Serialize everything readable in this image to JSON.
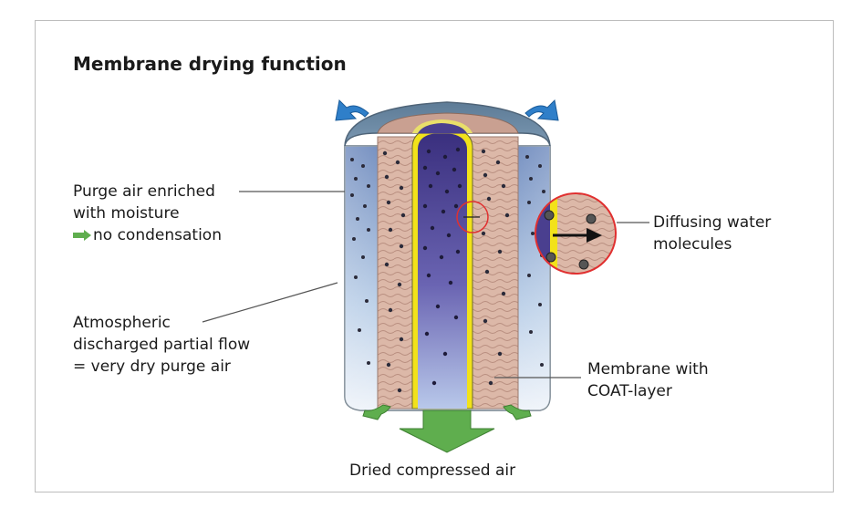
{
  "title": "Membrane drying function",
  "labels": {
    "purge_line1": "Purge air enriched",
    "purge_line2": "with moisture",
    "purge_line3": "no condensation",
    "atmo_line1": "Atmospheric",
    "atmo_line2": "discharged partial flow",
    "atmo_line3": "= very dry purge air",
    "diffusing_line1": "Diffusing water",
    "diffusing_line2": "molecules",
    "membrane_line1": "Membrane with",
    "membrane_line2": "COAT-layer",
    "dried_air": "Dried compressed air"
  },
  "colors": {
    "outer_blue": "#5b86c0",
    "membrane_pink": "#dcb8a8",
    "core_purple": "#4a3f8f",
    "coat_yellow": "#f2e21a",
    "arrow_green": "#5fae4e",
    "arrow_blue": "#2f7fc9",
    "highlight_red": "#e03030"
  },
  "icons": [
    "blue-curved-arrow-icon",
    "green-arrow-icon",
    "red-circle-highlight-icon"
  ]
}
